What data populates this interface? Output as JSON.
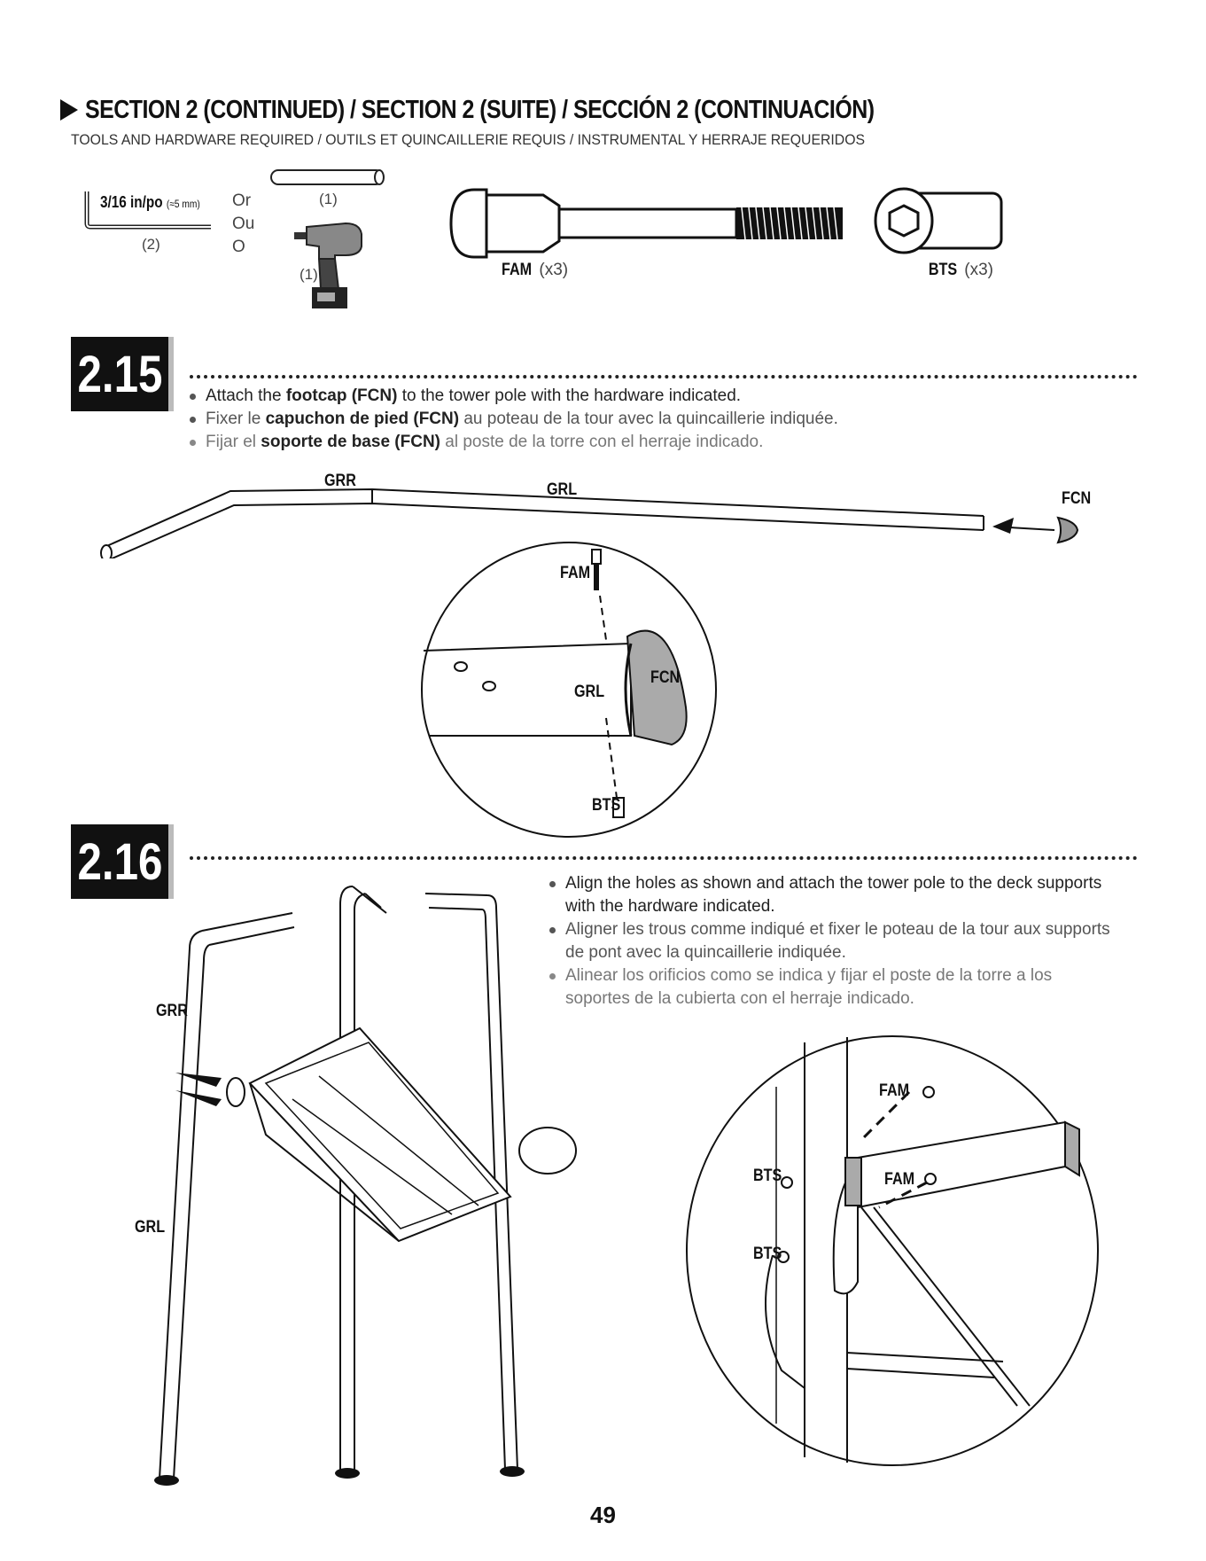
{
  "header": {
    "title": "SECTION 2 (CONTINUED) / SECTION 2 (SUITE) / SECCIÓN 2 (CONTINUACIÓN)",
    "subtitle": "TOOLS AND HARDWARE REQUIRED / OUTILS ET QUINCAILLERIE REQUIS / INSTRUMENTAL Y HERRAJE REQUERIDOS"
  },
  "tools": {
    "allen_key_label": "3/16 in/po",
    "allen_key_metric": "(≈5 mm)",
    "allen_key_qty": "(2)",
    "or_en": "Or",
    "or_fr": "Ou",
    "or_es": "O",
    "pin_qty": "(1)",
    "drill_qty": "(1)"
  },
  "hardware": [
    {
      "code": "FAM",
      "qty": "(x3)"
    },
    {
      "code": "BTS",
      "qty": "(x3)"
    }
  ],
  "steps": [
    {
      "number": "2.15",
      "en": {
        "pre": "Attach the ",
        "key": "footcap (FCN)",
        "post": " to the tower pole with the hardware indicated."
      },
      "fr": {
        "pre": "Fixer le ",
        "key": "capuchon de pied (FCN)",
        "post": " au poteau de la tour avec la quincaillerie indiquée."
      },
      "es": {
        "pre": "Fijar el ",
        "key": "soporte de base (FCN)",
        "post": " al poste de la torre con el herraje indicado."
      },
      "labels": {
        "grr": "GRR",
        "grl": "GRL",
        "fcn": "FCN",
        "fam": "FAM",
        "detail_grl": "GRL",
        "detail_fcn": "FCN",
        "bts": "BTS"
      }
    },
    {
      "number": "2.16",
      "en": "Align the holes as shown and attach the tower pole to the deck supports with the hardware indicated.",
      "fr": "Aligner les trous comme indiqué et fixer le poteau de la tour aux supports de pont avec la quincaillerie indiquée.",
      "es": "Alinear los orificios como se indica y fijar el poste de la torre a los soportes de la cubierta con el herraje indicado.",
      "labels": {
        "grr": "GRR",
        "grl": "GRL",
        "fam_top": "FAM",
        "fam_mid": "FAM",
        "bts_top": "BTS",
        "bts_bottom": "BTS"
      }
    }
  ],
  "page_number": "49"
}
